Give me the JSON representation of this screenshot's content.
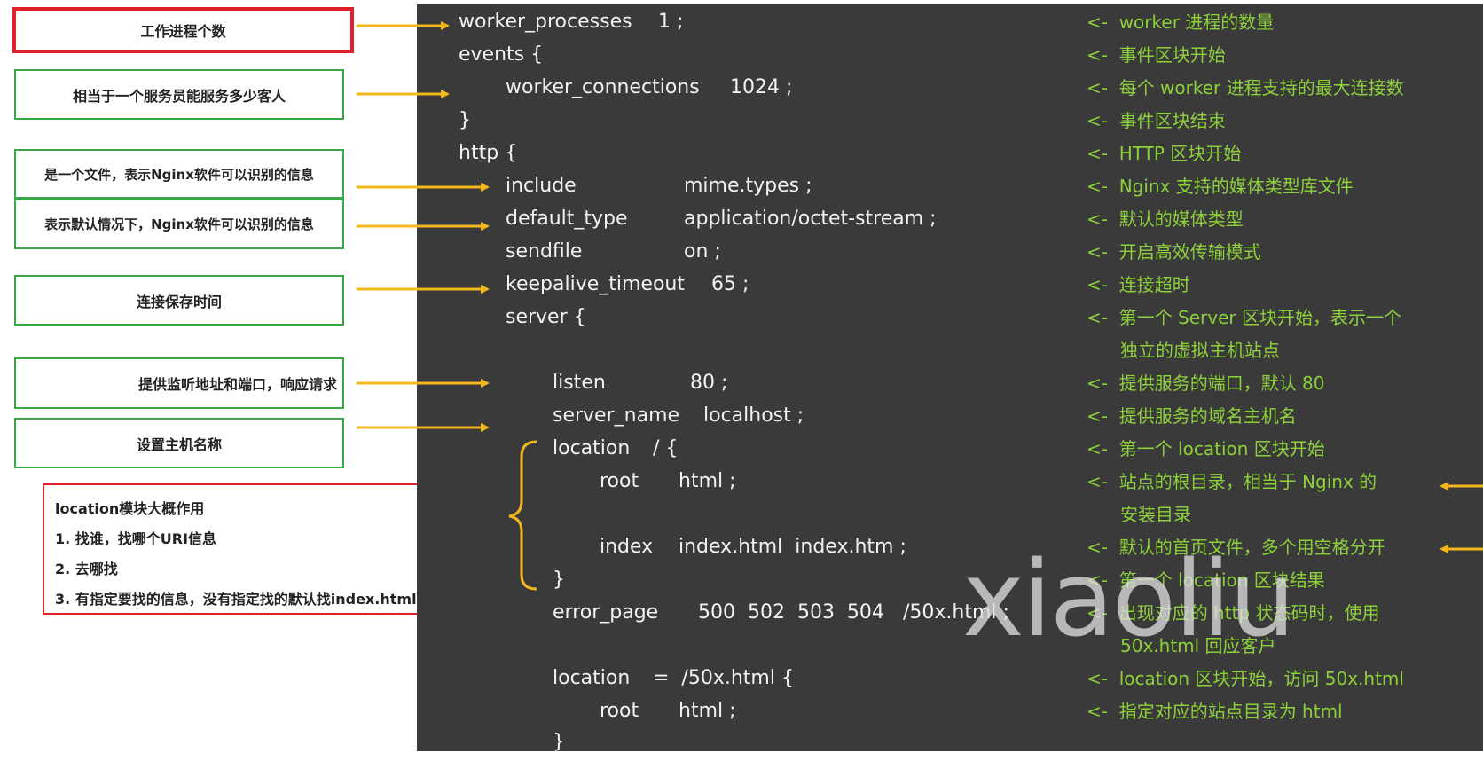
{
  "notes": {
    "n1": "工作进程个数",
    "n2": "相当于一个服务员能服务多少客人",
    "n3": "是一个文件，表示Nginx软件可以识别的信息",
    "n4": "表示默认情况下，Nginx软件可以识别的信息",
    "n5": "连接保存时间",
    "n6": "提供监听地址和端口，响应请求",
    "n7": "设置主机名称"
  },
  "location_note": {
    "title": "location模块大概作用",
    "item1": "1. 找谁，找哪个URI信息",
    "item2": "2. 去哪找",
    "item3": "3. 有指定要找的信息，没有指定找的默认找index.html"
  },
  "code": {
    "l01": [
      "worker_processes",
      "1 ;"
    ],
    "l02": [
      "events {"
    ],
    "l03": [
      "worker_connections",
      "1024 ;"
    ],
    "l04": [
      "}"
    ],
    "l05": [
      "http {"
    ],
    "l06": [
      "include",
      "mime.types ;"
    ],
    "l07": [
      "default_type",
      "application/octet-stream ;"
    ],
    "l08": [
      "sendfile",
      "on ;"
    ],
    "l09": [
      "keepalive_timeout",
      "65 ;"
    ],
    "l10": [
      "server {"
    ],
    "l11": [
      "listen",
      "80 ;"
    ],
    "l12": [
      "server_name",
      "localhost ;"
    ],
    "l13": [
      "location",
      "/ {"
    ],
    "l14": [
      "root",
      "html ;"
    ],
    "l15": [
      "index",
      "index.html  index.htm ;"
    ],
    "l16": [
      "}"
    ],
    "l17": [
      "error_page",
      "500  502  503  504",
      "/50x.html ;"
    ],
    "l18": [
      "location",
      "=  /50x.html {"
    ],
    "l19": [
      "root",
      "html ;"
    ],
    "l20": [
      "}"
    ]
  },
  "comments": {
    "arrow": "<-",
    "c01": "worker 进程的数量",
    "c02": "事件区块开始",
    "c03": "每个 worker 进程支持的最大连接数",
    "c04": "事件区块结束",
    "c05": "HTTP 区块开始",
    "c06": "Nginx 支持的媒体类型库文件",
    "c07": "默认的媒体类型",
    "c08": "开启高效传输模式",
    "c09": "连接超时",
    "c10a": "第一个 Server 区块开始，表示一个",
    "c10b": "独立的虚拟主机站点",
    "c11": "提供服务的端口，默认 80",
    "c12": "提供服务的域名主机名",
    "c13": "第一个 location 区块开始",
    "c14a": "站点的根目录，相当于 Nginx 的",
    "c14b": "安装目录",
    "c15": "默认的首页文件，多个用空格分开",
    "c16": "第一个 location 区块结果",
    "c17a": "出现对应的 http 状态码时，使用",
    "c17b": "50x.html 回应客户",
    "c18": "location 区块开始，访问 50x.html",
    "c19": "指定对应的站点目录为 html"
  },
  "watermark": "xiaoliu",
  "colors": {
    "panel": "#3a3a3a",
    "code_text": "#f2f2f2",
    "comment": "#8dd13a",
    "arrow": "#f5b81c",
    "red_border": "#e0212b",
    "green_border": "#3ba54a"
  }
}
